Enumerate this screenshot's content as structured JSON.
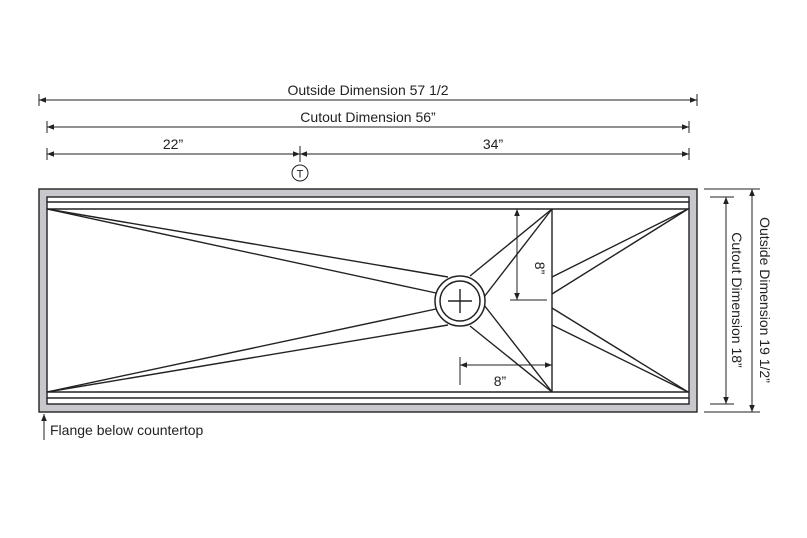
{
  "dimensions": {
    "outside_width": "Outside Dimension 57 1/2",
    "cutout_width": "Cutout Dimension 56”",
    "left_segment": "22”",
    "right_segment": "34”",
    "outside_height": "Outside Dimension 19 1/2”",
    "cutout_height": "Cutout Dimension 18”",
    "drain_vertical": "8”",
    "drain_horizontal": "8”"
  },
  "markers": {
    "faucet_marker": "T"
  },
  "notes": {
    "flange": "Flange below countertop"
  },
  "colors": {
    "flange_fill": "#c8c8cc",
    "line": "#222222"
  }
}
